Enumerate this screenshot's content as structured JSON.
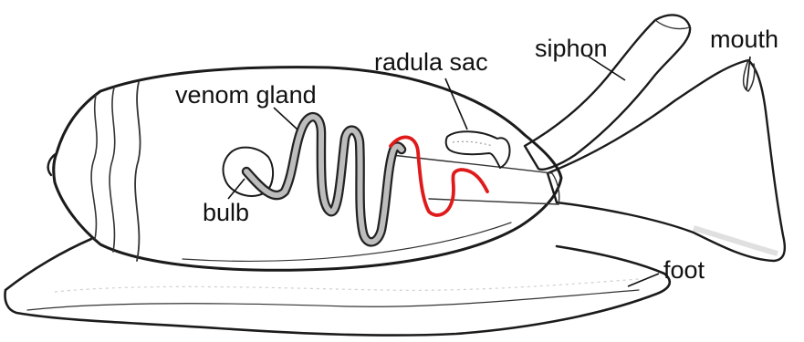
{
  "labels": {
    "venom_gland": "venom gland",
    "radula_sac": "radula sac",
    "siphon": "siphon",
    "mouth": "mouth",
    "bulb": "bulb",
    "foot": "foot"
  },
  "colors": {
    "outline": "#1b1b1b",
    "venom_gland_fill": "#bdbdbd",
    "highlighted_duct": "#e01a1a",
    "shading": "#d8d8d8"
  }
}
